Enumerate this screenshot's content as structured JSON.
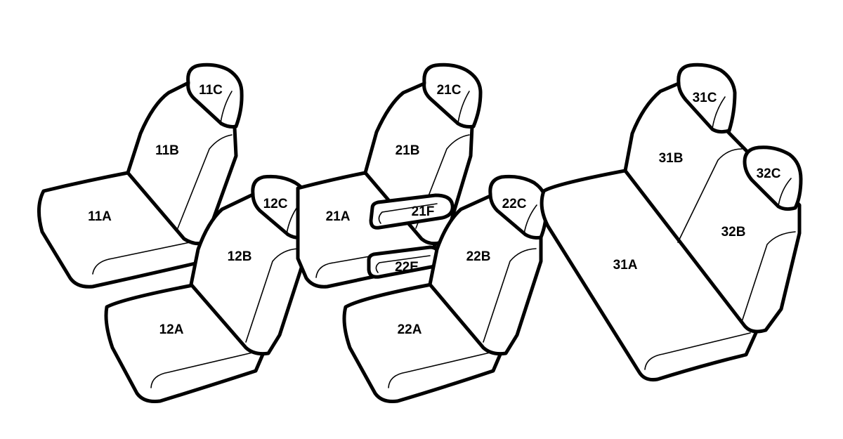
{
  "seat_labels": {
    "s11a": "11A",
    "s11b": "11B",
    "s11c": "11C",
    "s12a": "12A",
    "s12b": "12B",
    "s12c": "12C",
    "s21a": "21A",
    "s21b": "21B",
    "s21c": "21C",
    "s21e": "22E",
    "s21f": "21F",
    "s22a": "22A",
    "s22b": "22B",
    "s22c": "22C",
    "s31a": "31A",
    "s31b": "31B",
    "s31c": "31C",
    "s32b": "32B",
    "s32c": "32C"
  },
  "colors": {
    "stroke": "#000000",
    "fill": "#ffffff"
  }
}
